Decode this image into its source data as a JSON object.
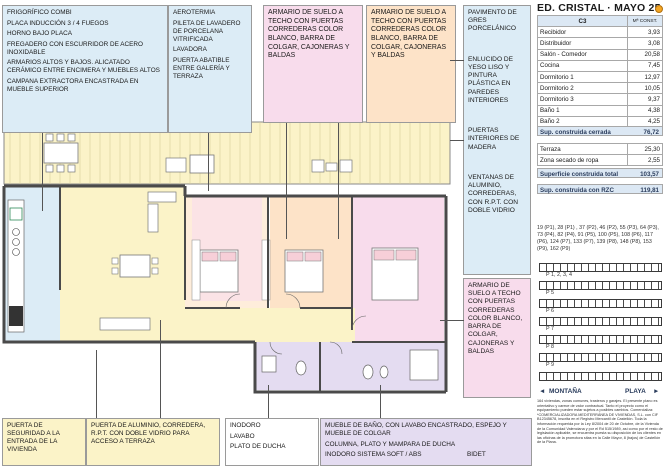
{
  "header": {
    "title": "ED. CRISTAL · MAYO 25"
  },
  "callouts": {
    "kitchen": [
      "FRIGORÍFICO COMBI",
      "PLACA INDUCCIÓN 3 / 4 FUEGOS",
      "HORNO BAJO PLACA",
      "FREGADERO CON ESCURRIDOR DE ACERO INOXIDABLE",
      "ARMARIOS ALTOS Y BAJOS. ALICATADO CERÁMICO ENTRE ENCIMERA Y MUEBLES ALTOS",
      "CAMPANA EXTRACTORA ENCASTRADA EN MUEBLE SUPERIOR"
    ],
    "gallery": [
      "AEROTERMIA",
      "PILETA DE LAVADERO DE PORCELANA VITRIFICADA",
      "LAVADORA",
      "PUERTA ABATIBLE ENTRE GALERÍA Y TERRAZA"
    ],
    "wardrobe1": [
      "ARMARIO DE SUELO A TECHO CON PUERTAS CORREDERAS COLOR BLANCO, BARRA DE COLGAR, CAJONERAS Y BALDAS"
    ],
    "wardrobe2": [
      "ARMARIO DE SUELO A TECHO CON PUERTAS CORREDERAS COLOR BLANCO, BARRA DE COLGAR, CAJONERAS Y BALDAS"
    ],
    "finishes": [
      "PAVIMENTO DE GRES PORCELÁNICO",
      "ENLUCIDO DE YESO LISO Y PINTURA PLÁSTICA EN PAREDES INTERIORES",
      "PUERTAS INTERIORES DE MADERA",
      "VENTANAS DE ALUMINIO, CORREDERAS, CON R.P.T. CON DOBLE VIDRIO"
    ],
    "wardrobe3": [
      "ARMARIO DE SUELO A TECHO CON PUERTAS CORREDERAS COLOR BLANCO, BARRA DE COLGAR, CAJONERAS Y BALDAS"
    ],
    "entry": [
      "PUERTA DE SEGURIDAD A LA ENTRADA DE LA VIVIENDA"
    ],
    "terrace_door": [
      "PUERTA DE ALUMINIO, CORREDERA, R.P.T. CON DOBLE VIDRIO PARA ACCESO A TERRAZA"
    ],
    "bath2": [
      "INODORO",
      "LAVABO",
      "PLATO DE DUCHA"
    ],
    "bath1_row1": "MUEBLE DE BAÑO, CON LAVABO ENCASTRADO, ESPEJO Y MUEBLE DE COLGAR",
    "bath1_row2": "COLUMNA, PLATO Y MAMPARA DE DUCHA",
    "bath1_row3a": "INODORO SISTEMA SOFT / ABS",
    "bath1_row3b": "BIDET"
  },
  "areas": {
    "type_label": "C3",
    "unit_label": "Mª CONST.",
    "rooms": [
      {
        "name": "Recibidor",
        "value": "3,93"
      },
      {
        "name": "Distribuidor",
        "value": "3,08"
      },
      {
        "name": "Salón - Comedor",
        "value": "20,58"
      },
      {
        "name": "Cocina",
        "value": "7,45"
      },
      {
        "name": "Dormitorio 1",
        "value": "12,97"
      },
      {
        "name": "Dormitorio 2",
        "value": "10,05"
      },
      {
        "name": "Dormitorio 3",
        "value": "9,37"
      },
      {
        "name": "Baño 1",
        "value": "4,38"
      },
      {
        "name": "Baño 2",
        "value": "4,25"
      }
    ],
    "sup_cerrada": {
      "label": "Sup. construida cerrada",
      "value": "76,72"
    },
    "extras": [
      {
        "name": "Terraza",
        "value": "25,30"
      },
      {
        "name": "Zona secado de ropa",
        "value": "2,55"
      }
    ],
    "sup_total": {
      "label": "Superficie construida total",
      "value": "103,57"
    },
    "sup_rzc": {
      "label": "Sup. construida con RZC",
      "value": "119,81"
    }
  },
  "floors_text": "19 (P1), 28 (P1) , 37 (P2), 46 (P2), 55 (P3), 64 (P3), 73 (P4), 82 (P4), 91 (P5), 100 (P5), 108 (P6), 117 (P6), 124 (P7), 133 (P7), 139 (P8), 148 (P8), 153 (P9), 162 (P9)",
  "plantas": [
    "P 1, 2, 3, 4",
    "P 5",
    "P 6",
    "P 7",
    "P 8",
    "P 9"
  ],
  "orientation": {
    "left": "MONTAÑA",
    "right": "PLAYA"
  },
  "legal_text": "164 viviendas, zonas comunes, trasteros y garajes. El presente plano es orientativo y carece de valor contractual. Tanto el proyecto como el equipamiento pueden estar sujetos a posibles cambios. Comercializa: *COMERCIALIZADORA MEDITERRÁNEA DE VIVIENDAS, S.L. con CIF B12345678, inscrita en el Registro Mercantil de Castellón. Toda la información requerida por la Ley 8/2004 de 20 de Octubre, de la Vivienda de la Comunidad Valenciana y por el Rd 515/1989, así como por el resto de legislación aplicable, se encuentra puesta su disposición de los clientes en las oficinas de la promotora sitas en la Calle Mayor, 8 (bajos) de Castellón de la Plana.",
  "colors": {
    "blue": "#dcecf6",
    "orange": "#fde3c8",
    "pink": "#f8dcec",
    "yellow": "#fbf3c8",
    "lavender": "#e4dcf1",
    "wall": "#555555"
  },
  "icons": [
    "sun-icon",
    "arrow-left-icon",
    "arrow-right-icon",
    "building-strip-icon",
    "floor-plan-drawing"
  ]
}
